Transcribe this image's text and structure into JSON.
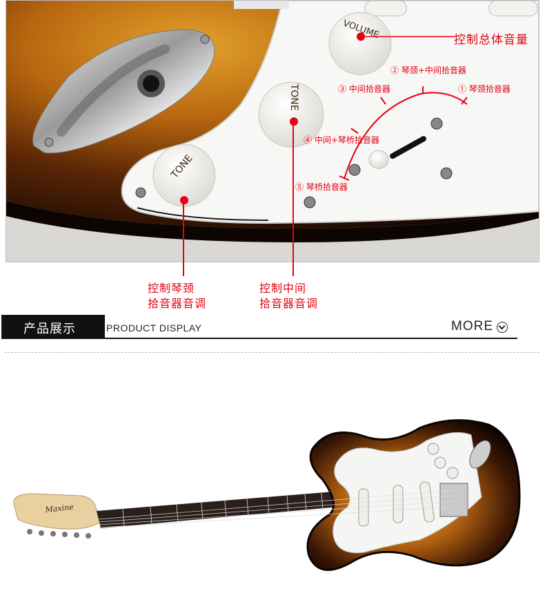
{
  "labels": {
    "master_volume": "控制总体音量",
    "pos2": "② 琴颈+中间拾音器",
    "pos3": "③ 中间拾音器",
    "pos1": "① 琴颈拾音器",
    "pos4": "④ 中间+琴桥拾音器",
    "pos5": "⑤ 琴桥拾音器",
    "neck_tone_line1": "控制琴颈",
    "neck_tone_line2": "拾音器音调",
    "mid_tone_line1": "控制中间",
    "mid_tone_line2": "拾音器音调"
  },
  "knobs": {
    "volume_text": "VOLUME",
    "tone_text": "TONE"
  },
  "headstock_brand": "Maxine",
  "section": {
    "title_cn": "产品展示",
    "title_en": "PRODUCT DISPLAY",
    "more": "MORE"
  },
  "colors": {
    "accent_red": "#e60012",
    "header_black": "#111111"
  }
}
